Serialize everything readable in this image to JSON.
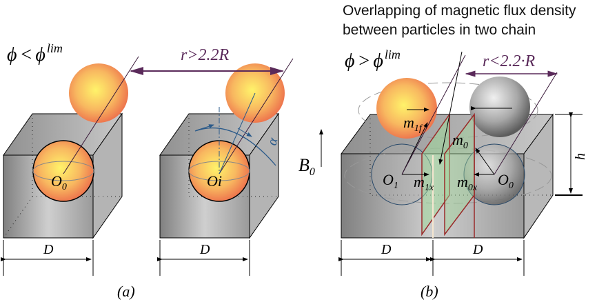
{
  "title_lines": [
    "Overlapping of magnetic flux density",
    "between particles in two chain"
  ],
  "panel_a": {
    "condition": {
      "phi": "ϕ",
      "op": "<",
      "sup": "lim"
    },
    "distance": "r>2.2R",
    "center_left": {
      "base": "O",
      "sub": "0"
    },
    "center_right": "Oi",
    "angle": "α",
    "dim_left": "D",
    "dim_right": "D",
    "caption": "(a)"
  },
  "panel_b": {
    "condition": {
      "phi": "ϕ",
      "op": ">",
      "sup": "lim"
    },
    "distance": "r<2.2·R",
    "field": {
      "base": "B",
      "sub": "0"
    },
    "m1": {
      "base": "m",
      "sub": "1f"
    },
    "m0": {
      "base": "m",
      "sub": "0"
    },
    "m1x": {
      "base": "m",
      "sub": "1x"
    },
    "m0x": {
      "base": "m",
      "sub": "0x"
    },
    "o1": {
      "base": "O",
      "sub": "1"
    },
    "o0": {
      "base": "O",
      "sub": "0"
    },
    "height": "h",
    "dim_left": "D",
    "dim_right": "D",
    "caption": "(b)"
  },
  "colors": {
    "dimension": "#5a2a5a",
    "angle": "#2a5a8a",
    "plate_edge": "#9a2a2a",
    "plate_fill": "#9fd89a"
  }
}
